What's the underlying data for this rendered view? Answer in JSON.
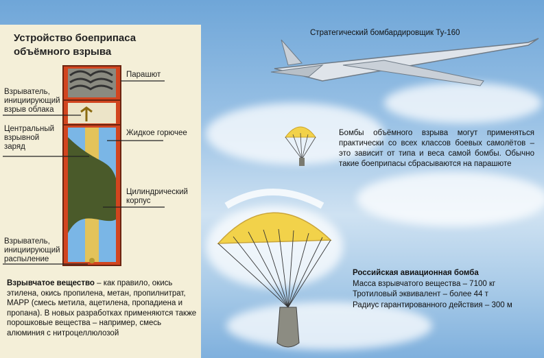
{
  "title": "Устройство боеприпаса объёмного взрыва",
  "labels": {
    "parachute": "Парашют",
    "fuse_cloud": "Взрыватель, инициирующий взрыв облака",
    "central_charge": "Центральный взрывной заряд",
    "liquid_fuel": "Жидкое горючее",
    "cylindrical_body": "Цилиндрический корпус",
    "fuse_spray": "Взрыватель, инициирующий распыление"
  },
  "explosive": {
    "term": "Взрывчатое вещество",
    "text": " – как правило, окись этилена, окись пропилена, метан, пропилнитрат, МАРР (смесь метила, ацетилена, пропадиена и пропана). В новых разработках применяются также порошковые вещества – например, смесь алюминия с нитроцеллюлозой"
  },
  "plane_caption": "Стратегический бомбардировщик Ту-160",
  "parachute_desc": "Бомбы объёмного взрыва могут применяться практически со всех классов боевых самолётов – это зависит от типа и веса самой бомбы. Обычно такие боеприпасы сбрасываются на парашюте",
  "russian_bomb": {
    "heading": "Российская авиационная бомба",
    "line1": "Масса взрывчатого вещества – 7100 кг",
    "line2": "Тротиловый эквивалент – более 44 т",
    "line3": "Радиус гарантированного действия – 300 м"
  },
  "colors": {
    "panel": "#f4efd8",
    "casing": "#d2451f",
    "body": "#4a5a2a",
    "fuel": "#7ab6e6",
    "canopy": "#f2d24a"
  }
}
